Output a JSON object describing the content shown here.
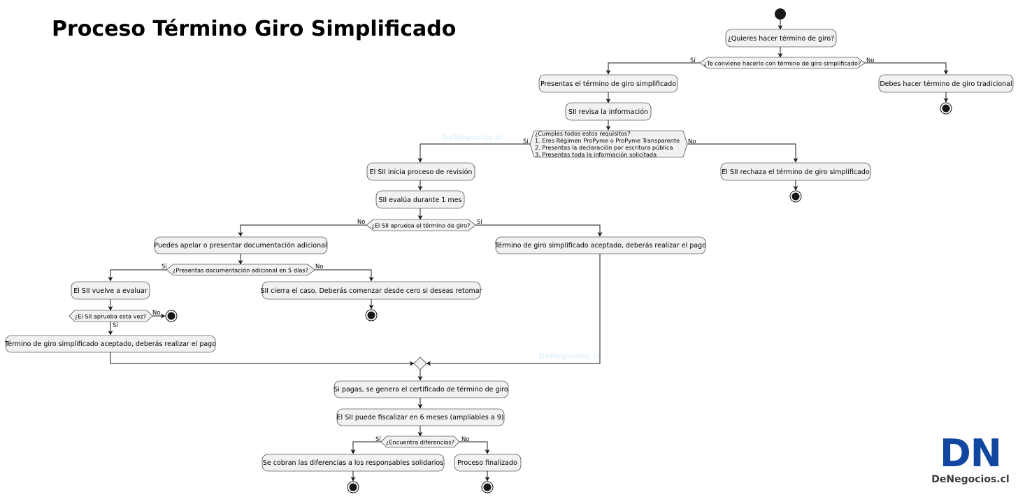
{
  "title": "Proceso Término Giro Simplificado",
  "watermark": "DeNegocios.cl",
  "logo": {
    "mark": "DN",
    "name": "DeNegocios.cl",
    "color": "#1147a0"
  },
  "nodes": {
    "q_termino": "¿Quieres hacer término de giro?",
    "q_conviene": "¿Te conviene hacerlo con término de giro simplificado?",
    "presentas": "Presentas el término de giro simplificado",
    "tradicional": "Debes hacer término de giro tradicional",
    "sii_revisa": "SII revisa la información",
    "req_lines": [
      "¿Cumples todos estos requisitos?",
      "1. Eres Régimen ProPyme o ProPyme Transparente",
      "2. Presentas la declaración por escritura pública",
      "3. Presentas toda la información solicitada"
    ],
    "inicia_revision": "El SII inicia proceso de revisión",
    "rechaza": "El SII rechaza el término de giro simplificado",
    "evalua_mes": "SII evalúa durante 1 mes",
    "q_aprueba": "¿El SII aprueba el término de giro?",
    "apelar": "Puedes apelar o presentar documentación adicional",
    "aceptado_1": "Término de giro simplificado aceptado, deberás realizar el pago",
    "q_5dias": "¿Presentas documentación adicional en 5 días?",
    "vuelve_evaluar": "El SII vuelve a evaluar",
    "cierra_caso": "SII cierra el caso. Deberás comenzar desde cero si deseas retomar",
    "q_aprueba_vez": "¿El SII aprueba esta vez?",
    "aceptado_2": "Término de giro simplificado aceptado, deberás realizar el pago",
    "certificado": "Si pagas, se genera el certificado de término de giro",
    "fiscalizar": "El SII puede fiscalizar en 6 meses (ampliables a 9)",
    "q_diferencias": "¿Encuentra diferencias?",
    "cobran": "Se cobran las diferencias a los responsables solidarios",
    "finalizado": "Proceso finalizado"
  },
  "branch_labels": {
    "conviene_yes": "Sí",
    "conviene_no": "No",
    "req_yes": "Sí",
    "req_no": "No",
    "aprueba_no": "No",
    "aprueba_yes": "Sí",
    "dias_yes": "Sí",
    "dias_no": "No",
    "vez_no": "No",
    "vez_yes": "Sí",
    "dif_yes": "Sí",
    "dif_no": "No"
  }
}
